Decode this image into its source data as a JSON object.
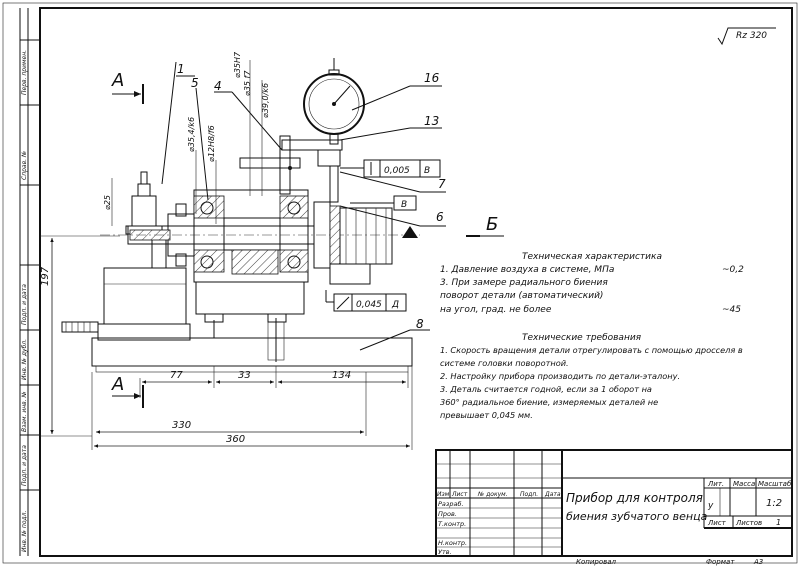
{
  "roughness": "Rz 320",
  "section_labels": {
    "a_top": "А",
    "a_bottom": "А",
    "b": "Б"
  },
  "callouts": [
    "1",
    "5",
    "4",
    "16",
    "13",
    "7",
    "6",
    "8"
  ],
  "diameters": {
    "d25": "⌀25",
    "d35_4": "⌀35,4/k6",
    "d12": "⌀12H8/f6",
    "d35h7": "⌀35H7",
    "d35f7": "⌀35 f7",
    "d39": "⌀39,0/k6"
  },
  "tolerance_frames": {
    "runout": {
      "value": "0,005",
      "datum": "В"
    },
    "runout_ref": "В",
    "flatness": {
      "value": "0,045",
      "datum": "Д"
    }
  },
  "dimensions": {
    "height": "197",
    "seg1": "77",
    "seg2": "33",
    "seg3": "134",
    "len330": "330",
    "len360": "360"
  },
  "tech_characteristics": {
    "title": "Техническая характеристика",
    "rows": [
      {
        "label": "1. Давление воздуха  в системе, МПа",
        "value": "~0,2"
      },
      {
        "label": "3. При замере  радиального биения",
        "value": ""
      },
      {
        "label": "   поворот детали (автоматический)",
        "value": ""
      },
      {
        "label": "   на угол, град. не более",
        "value": "~45"
      }
    ]
  },
  "tech_requirements": {
    "title": "Технические требования",
    "lines": [
      "1. Скорость вращения детали отрегулировать с помощью дросселя в",
      "системе головки поворотной.",
      "2. Настройку прибора производить по детали-эталону.",
      "3. Деталь считается годной, если за 1 оборот на",
      "360° радиальное биение, измеряемых деталей не",
      "превышает 0,045 мм."
    ]
  },
  "left_strip": [
    "Перв. примен.",
    "Справ. №",
    "Подп. и дата",
    "Инв. № дубл.",
    "Взам. инв. №",
    "Подп. и дата",
    "Инв. № подл."
  ],
  "title_block": {
    "header_cols": [
      "Изм",
      "Лист",
      "№ докум.",
      "Подп.",
      "Дата"
    ],
    "role_rows": [
      "Разраб.",
      "Пров.",
      "Т.контр.",
      "",
      "Н.контр.",
      "Утв."
    ],
    "title_line1": "Прибор для контроля",
    "title_line2": "биения зубчатого венца",
    "lit_label": "Лит.",
    "mass_label": "Масса",
    "scale_label": "Масштаб",
    "lit_value": "у",
    "scale_value": "1:2",
    "sheet_label": "Лист",
    "sheets_label": "Листов",
    "sheets_value": "1"
  },
  "footer": {
    "copied": "Копировал",
    "format": "Формат",
    "format_value": "А3"
  }
}
